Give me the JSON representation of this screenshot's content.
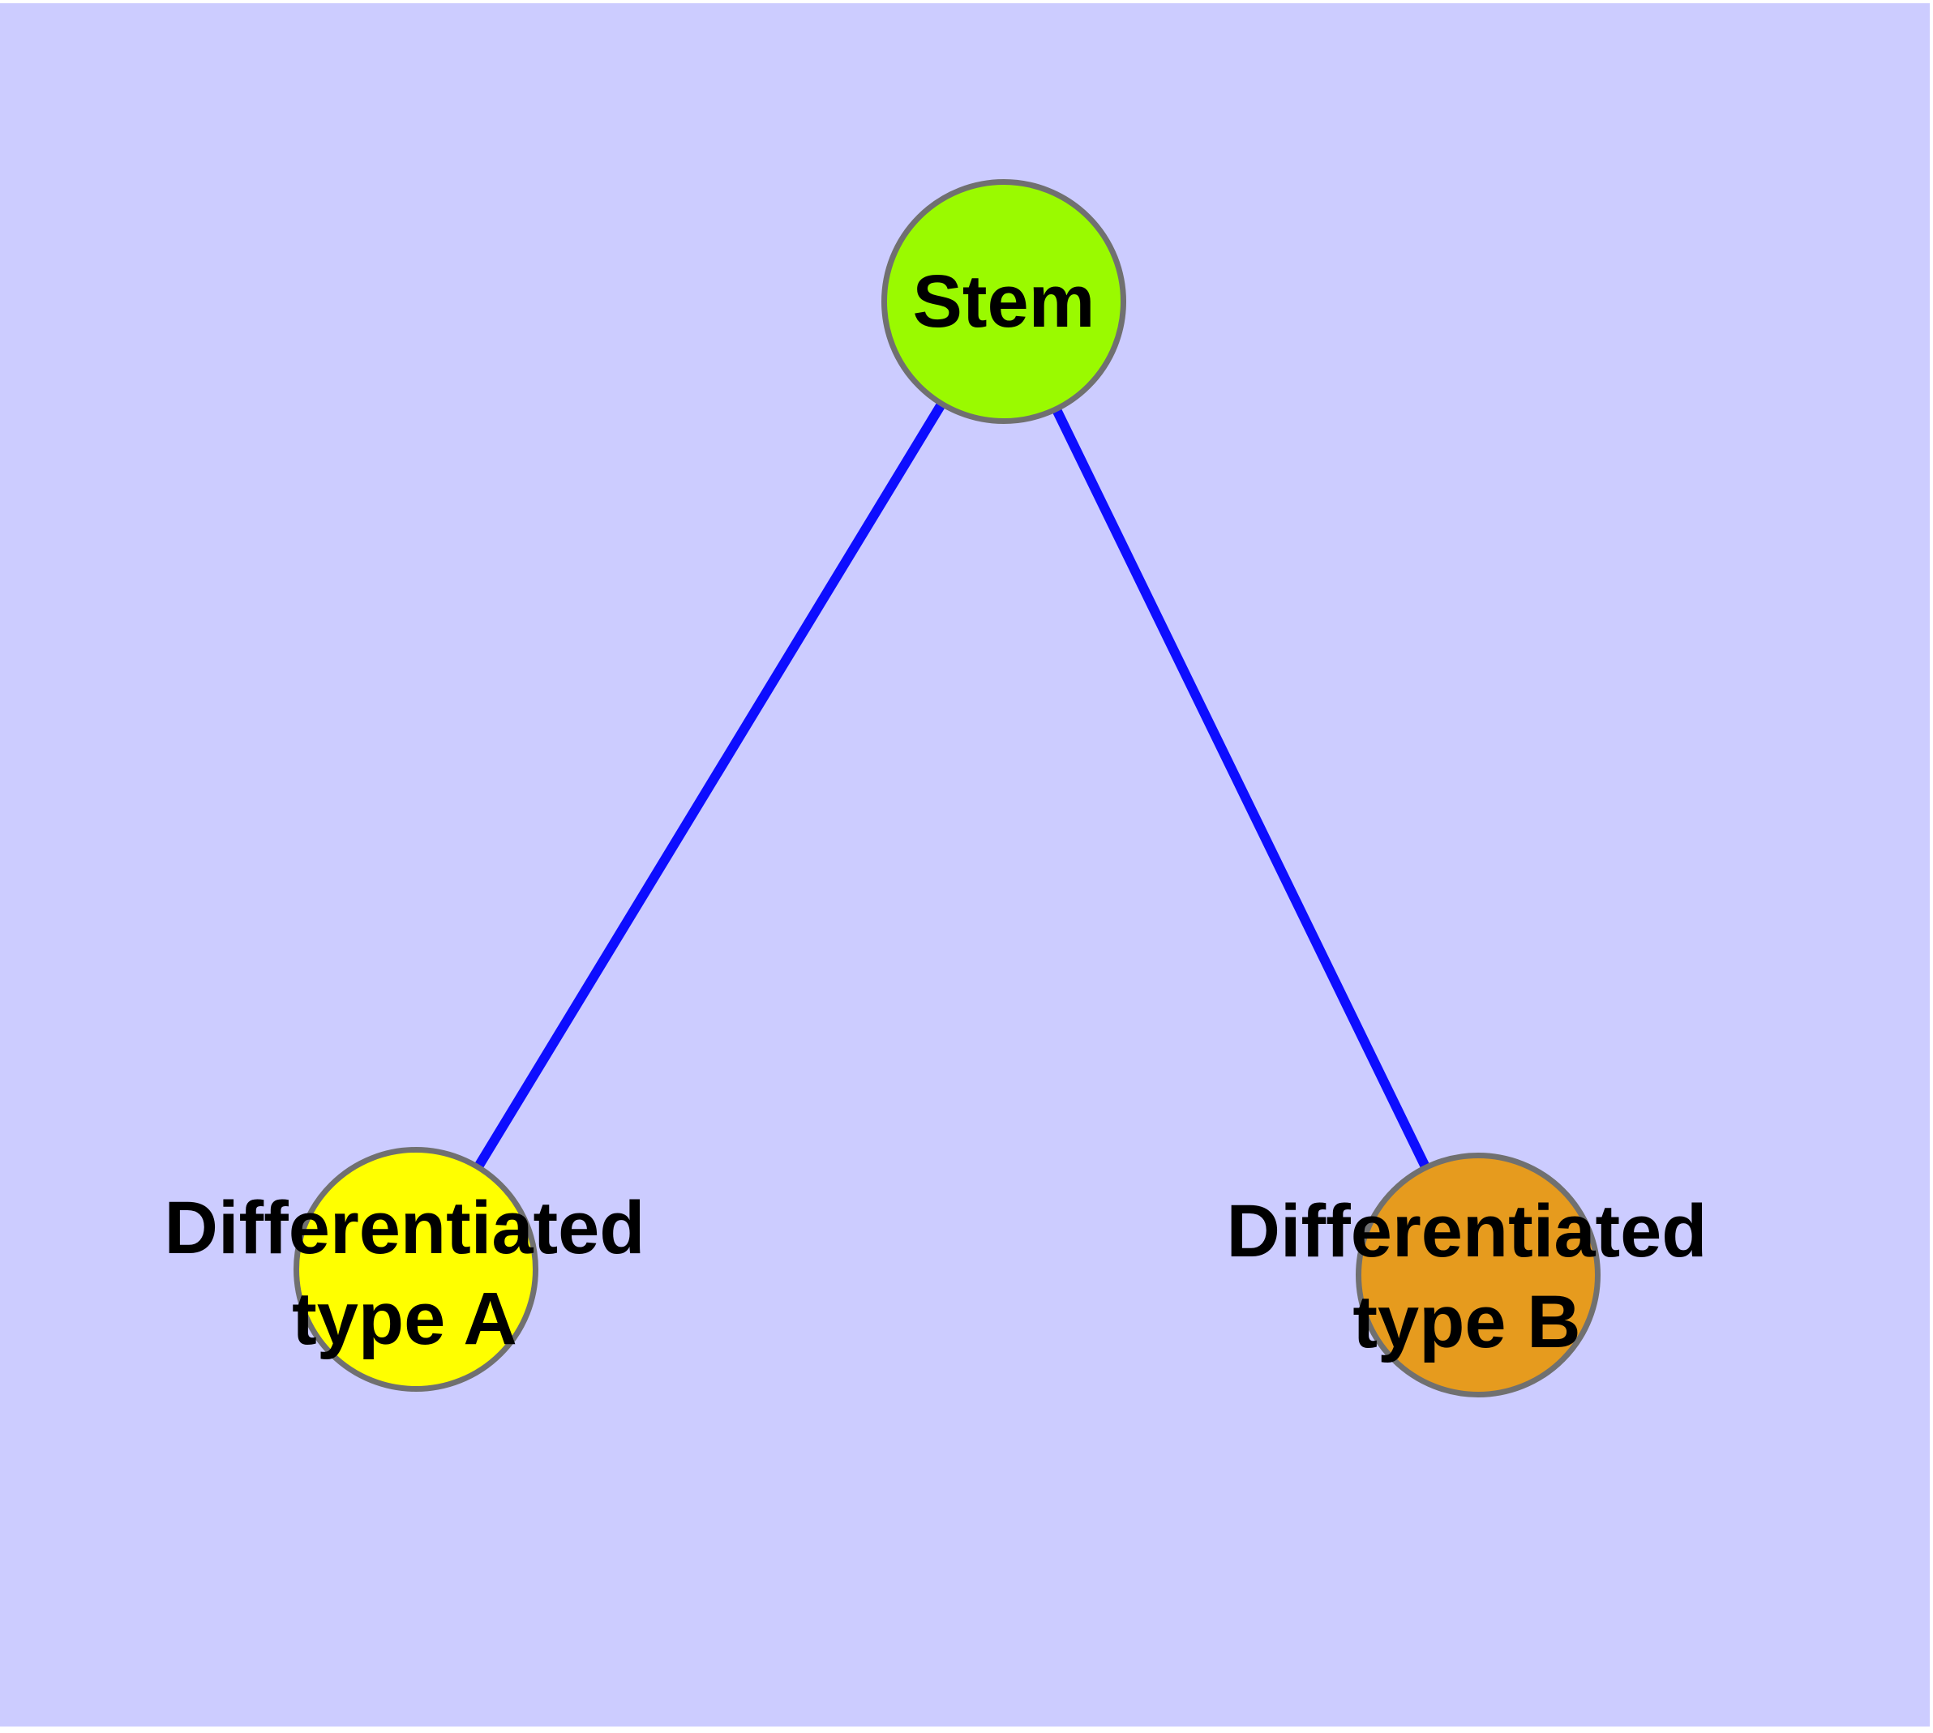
{
  "diagram": {
    "background_color": "#CCCCFF",
    "edge_color": "#0D0DFF",
    "node_border_color": "#707070",
    "text_color": "#000000",
    "nodes": [
      {
        "id": "stem",
        "label": "Stem",
        "fill": "#9AFA00"
      },
      {
        "id": "differentiated-type-a",
        "label": "Differentiated\ntype A",
        "fill": "#FFFF00"
      },
      {
        "id": "differentiated-type-b",
        "label": "Differentiated\ntype B",
        "fill": "#E69B1E"
      }
    ],
    "edges": [
      {
        "from": "stem",
        "to": "differentiated-type-a"
      },
      {
        "from": "stem",
        "to": "differentiated-type-b"
      }
    ]
  }
}
